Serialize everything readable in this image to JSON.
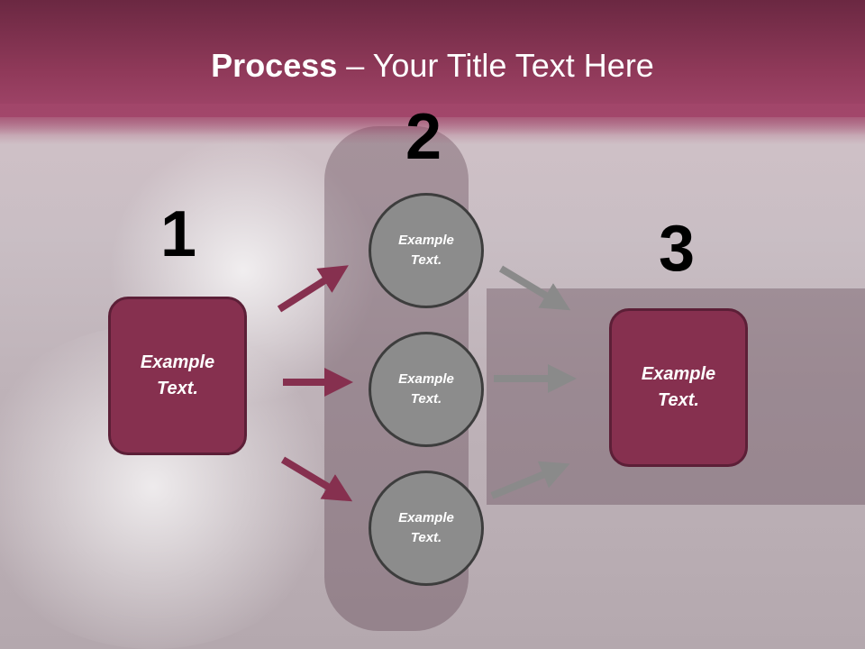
{
  "title": {
    "bold": "Process",
    "rest": " – Your Title Text Here"
  },
  "steps": [
    {
      "number": "1"
    },
    {
      "number": "2"
    },
    {
      "number": "3"
    }
  ],
  "left_box": {
    "line1": "Example",
    "line2": "Text."
  },
  "right_box": {
    "line1": "Example",
    "line2": "Text."
  },
  "circles": [
    {
      "line1": "Example",
      "line2": "Text."
    },
    {
      "line1": "Example",
      "line2": "Text."
    },
    {
      "line1": "Example",
      "line2": "Text."
    }
  ],
  "colors": {
    "accent": "#86304f",
    "circle": "#8c8c8c",
    "arrow_left": "#86304f",
    "arrow_right": "#8a8a8a"
  }
}
